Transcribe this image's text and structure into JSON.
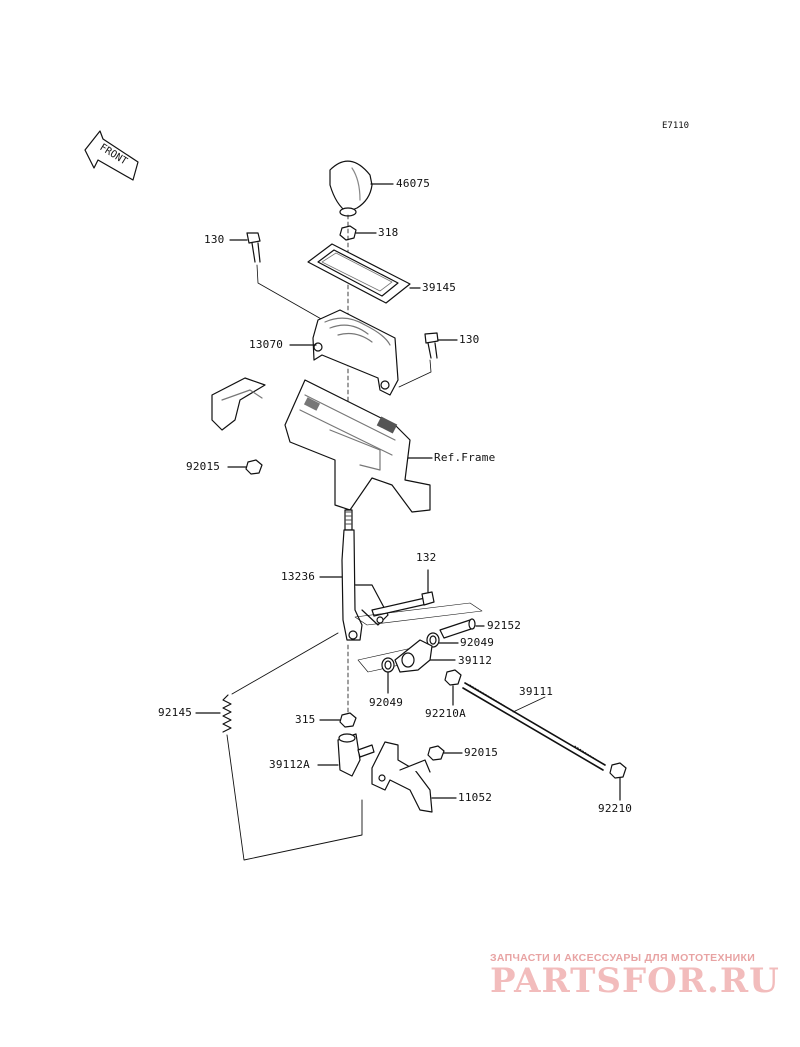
{
  "diagram_code": "E7110",
  "front_label": "FRONT",
  "callouts": [
    {
      "id": "46075",
      "text": "46075"
    },
    {
      "id": "318",
      "text": "318"
    },
    {
      "id": "130-a",
      "text": "130"
    },
    {
      "id": "39145",
      "text": "39145"
    },
    {
      "id": "130-b",
      "text": "130"
    },
    {
      "id": "13070",
      "text": "13070"
    },
    {
      "id": "ref-frame",
      "text": "Ref.Frame"
    },
    {
      "id": "92015-a",
      "text": "92015"
    },
    {
      "id": "132",
      "text": "132"
    },
    {
      "id": "13236",
      "text": "13236"
    },
    {
      "id": "92152",
      "text": "92152"
    },
    {
      "id": "92049-a",
      "text": "92049"
    },
    {
      "id": "39112",
      "text": "39112"
    },
    {
      "id": "39111",
      "text": "39111"
    },
    {
      "id": "92049-b",
      "text": "92049"
    },
    {
      "id": "92210A",
      "text": "92210A"
    },
    {
      "id": "92145",
      "text": "92145"
    },
    {
      "id": "315",
      "text": "315"
    },
    {
      "id": "92015-b",
      "text": "92015"
    },
    {
      "id": "39112A",
      "text": "39112A"
    },
    {
      "id": "11052",
      "text": "11052"
    },
    {
      "id": "92210",
      "text": "92210"
    }
  ],
  "watermark": {
    "caption": "ЗАПЧАСТИ И АКСЕССУАРЫ ДЛЯ МОТОТЕХНИКИ",
    "logo": "PARTSFOR.RU"
  },
  "colors": {
    "line": "#111111",
    "part_fill": "#ffffff",
    "shade": "#8a8a8a",
    "watermark": "#e8a3a3"
  }
}
